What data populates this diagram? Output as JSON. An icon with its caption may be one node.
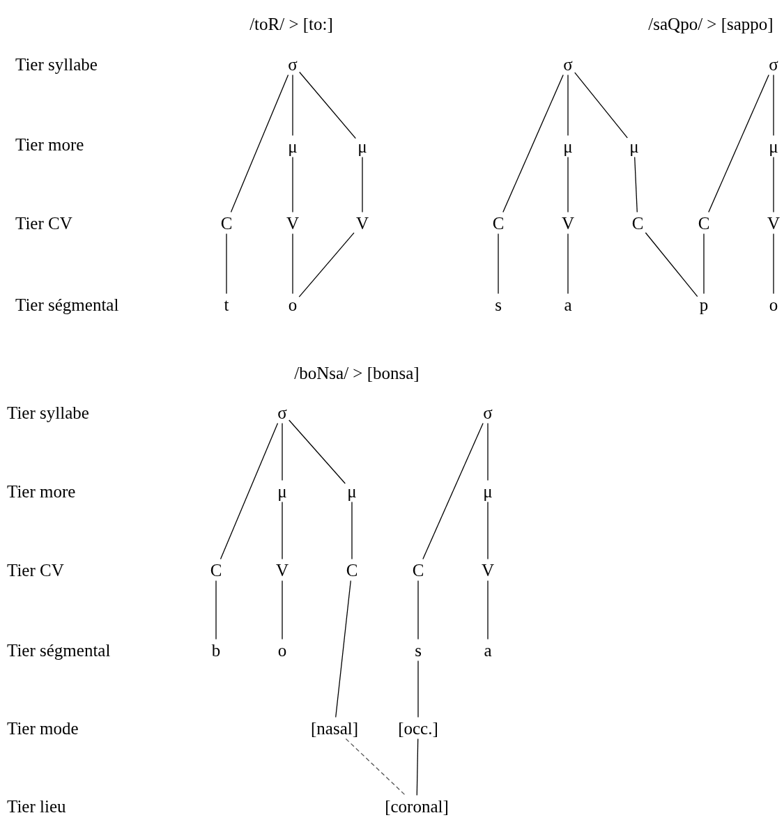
{
  "diagram": {
    "nodes": [
      {
        "text": [
          "σ"
        ]
      },
      {
        "text": [
          "μ"
        ]
      },
      {
        "text": [
          "μ"
        ]
      },
      {
        "text": [
          "C"
        ]
      },
      {
        "text": [
          "V"
        ]
      },
      {
        "text": [
          "V"
        ]
      },
      {
        "text": [
          "t"
        ]
      },
      {
        "text": [
          "o"
        ]
      },
      {
        "text": [
          "σ"
        ]
      },
      {
        "text": [
          "σ"
        ]
      },
      {
        "text": [
          "μ"
        ]
      },
      {
        "text": [
          "μ"
        ]
      },
      {
        "text": [
          "μ"
        ]
      },
      {
        "text": [
          "C"
        ]
      },
      {
        "text": [
          "V"
        ]
      },
      {
        "text": [
          "C"
        ]
      },
      {
        "text": [
          "C"
        ]
      },
      {
        "text": [
          "V"
        ]
      },
      {
        "text": [
          "s"
        ]
      },
      {
        "text": [
          "a"
        ]
      },
      {
        "text": [
          "p"
        ]
      },
      {
        "text": [
          "o"
        ]
      },
      {
        "text": [
          "σ"
        ]
      },
      {
        "text": [
          "σ"
        ]
      },
      {
        "text": [
          "μ"
        ]
      },
      {
        "text": [
          "μ"
        ]
      },
      {
        "text": [
          "μ"
        ]
      },
      {
        "text": [
          "C"
        ]
      },
      {
        "text": [
          "V"
        ]
      },
      {
        "text": [
          "C"
        ]
      },
      {
        "text": [
          "C"
        ]
      },
      {
        "text": [
          "V"
        ]
      },
      {
        "text": [
          "b"
        ]
      },
      {
        "text": [
          "o"
        ]
      },
      {
        "text": [
          "s"
        ]
      },
      {
        "text": [
          "a"
        ]
      },
      {
        "text": [
          "[nasal]"
        ]
      },
      {
        "text": [
          "[occ.]"
        ]
      },
      {
        "text": [
          "[coronal]"
        ]
      }
    ],
    "edges": [
      {
        "from": 0,
        "to": 3,
        "arrow": "none"
      },
      {
        "from": 0,
        "to": 1,
        "arrow": "none"
      },
      {
        "from": 0,
        "to": 2,
        "arrow": "none"
      },
      {
        "from": 1,
        "to": 4,
        "arrow": "none"
      },
      {
        "from": 2,
        "to": 5,
        "arrow": "none"
      },
      {
        "from": 3,
        "to": 6,
        "arrow": "none"
      },
      {
        "from": 4,
        "to": 7,
        "arrow": "none"
      },
      {
        "from": 5,
        "to": 7,
        "arrow": "none"
      },
      {
        "from": 8,
        "to": 13,
        "arrow": "none"
      },
      {
        "from": 8,
        "to": 10,
        "arrow": "none"
      },
      {
        "from": 8,
        "to": 11,
        "arrow": "none"
      },
      {
        "from": 9,
        "to": 16,
        "arrow": "none"
      },
      {
        "from": 9,
        "to": 12,
        "arrow": "none"
      },
      {
        "from": 10,
        "to": 14,
        "arrow": "none"
      },
      {
        "from": 11,
        "to": 15,
        "arrow": "none"
      },
      {
        "from": 12,
        "to": 17,
        "arrow": "none"
      },
      {
        "from": 13,
        "to": 18,
        "arrow": "none"
      },
      {
        "from": 14,
        "to": 19,
        "arrow": "none"
      },
      {
        "from": 15,
        "to": 20,
        "arrow": "none"
      },
      {
        "from": 16,
        "to": 20,
        "arrow": "none"
      },
      {
        "from": 17,
        "to": 21,
        "arrow": "none"
      },
      {
        "from": 22,
        "to": 27,
        "arrow": "none"
      },
      {
        "from": 22,
        "to": 24,
        "arrow": "none"
      },
      {
        "from": 22,
        "to": 25,
        "arrow": "none"
      },
      {
        "from": 23,
        "to": 30,
        "arrow": "none"
      },
      {
        "from": 23,
        "to": 26,
        "arrow": "none"
      },
      {
        "from": 24,
        "to": 28,
        "arrow": "none"
      },
      {
        "from": 25,
        "to": 29,
        "arrow": "none"
      },
      {
        "from": 26,
        "to": 31,
        "arrow": "none"
      },
      {
        "from": 27,
        "to": 32,
        "arrow": "none"
      },
      {
        "from": 28,
        "to": 33,
        "arrow": "none"
      },
      {
        "from": 29,
        "to": 36,
        "arrow": "none"
      },
      {
        "from": 30,
        "to": 34,
        "arrow": "none"
      },
      {
        "from": 31,
        "to": 35,
        "arrow": "none"
      },
      {
        "from": 34,
        "to": 37,
        "arrow": "none"
      },
      {
        "from": 37,
        "to": 38,
        "arrow": "none"
      },
      {
        "from": 36,
        "to": 38,
        "arrow": "none",
        "style": "dashed",
        "color": "#555555"
      }
    ],
    "labels": [
      "/toR/ > [to:]",
      "/saQpo/ > [sappo]",
      "Tier syllabe",
      "Tier more",
      "Tier CV",
      "Tier ségmental",
      "/boNsa/ > [bonsa]",
      "Tier syllabe",
      "Tier more",
      "Tier CV",
      "Tier ségmental",
      "Tier mode",
      "Tier lieu"
    ]
  }
}
